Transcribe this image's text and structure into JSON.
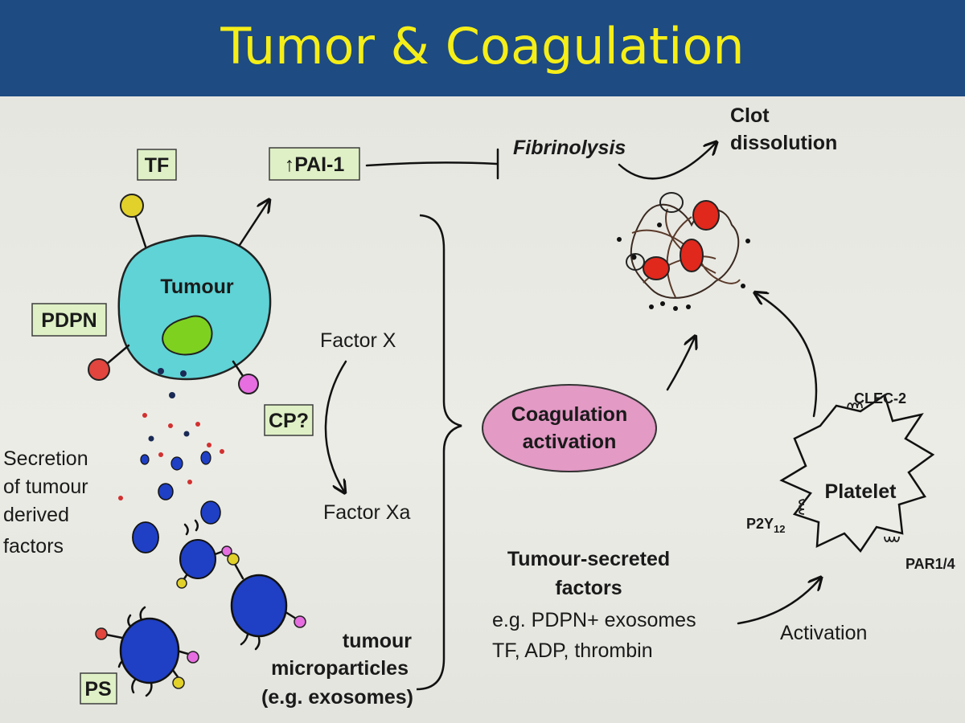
{
  "title": "Tumor & Coagulation",
  "labels": {
    "tf": "TF",
    "pai1": "↑PAI-1",
    "fibrinolysis": "Fibrinolysis",
    "clot_line1": "Clot",
    "clot_line2": "dissolution",
    "tumour": "Tumour",
    "pdpn": "PDPN",
    "cp": "CP?",
    "factor_x": "Factor X",
    "factor_xa": "Factor Xa",
    "secretion": [
      "Secretion",
      "of tumour",
      "derived",
      "factors"
    ],
    "ps": "PS",
    "microparticles": [
      "tumour",
      "microparticles",
      "(e.g. exosomes)"
    ],
    "coag_line1": "Coagulation",
    "coag_line2": "activation",
    "secreted_title": [
      "Tumour-secreted",
      "factors"
    ],
    "secreted_examples": [
      "e.g. PDPN+ exosomes",
      "TF, ADP, thrombin"
    ],
    "platelet": "Platelet",
    "clec2": "CLEC-2",
    "p2y": "P2Y",
    "p2y_sub": "12",
    "par": "PAR1/4",
    "activation": "Activation"
  },
  "colors": {
    "header": "#1d4b82",
    "title": "#f5ee18",
    "tumour_cell": "#5fd3d6",
    "nucleus": "#7ed21f",
    "box_fill": "#dff0c6",
    "coag_ellipse": "#e39ac5",
    "exosome": "#1f3fc4",
    "rbc": "#e0281c"
  }
}
